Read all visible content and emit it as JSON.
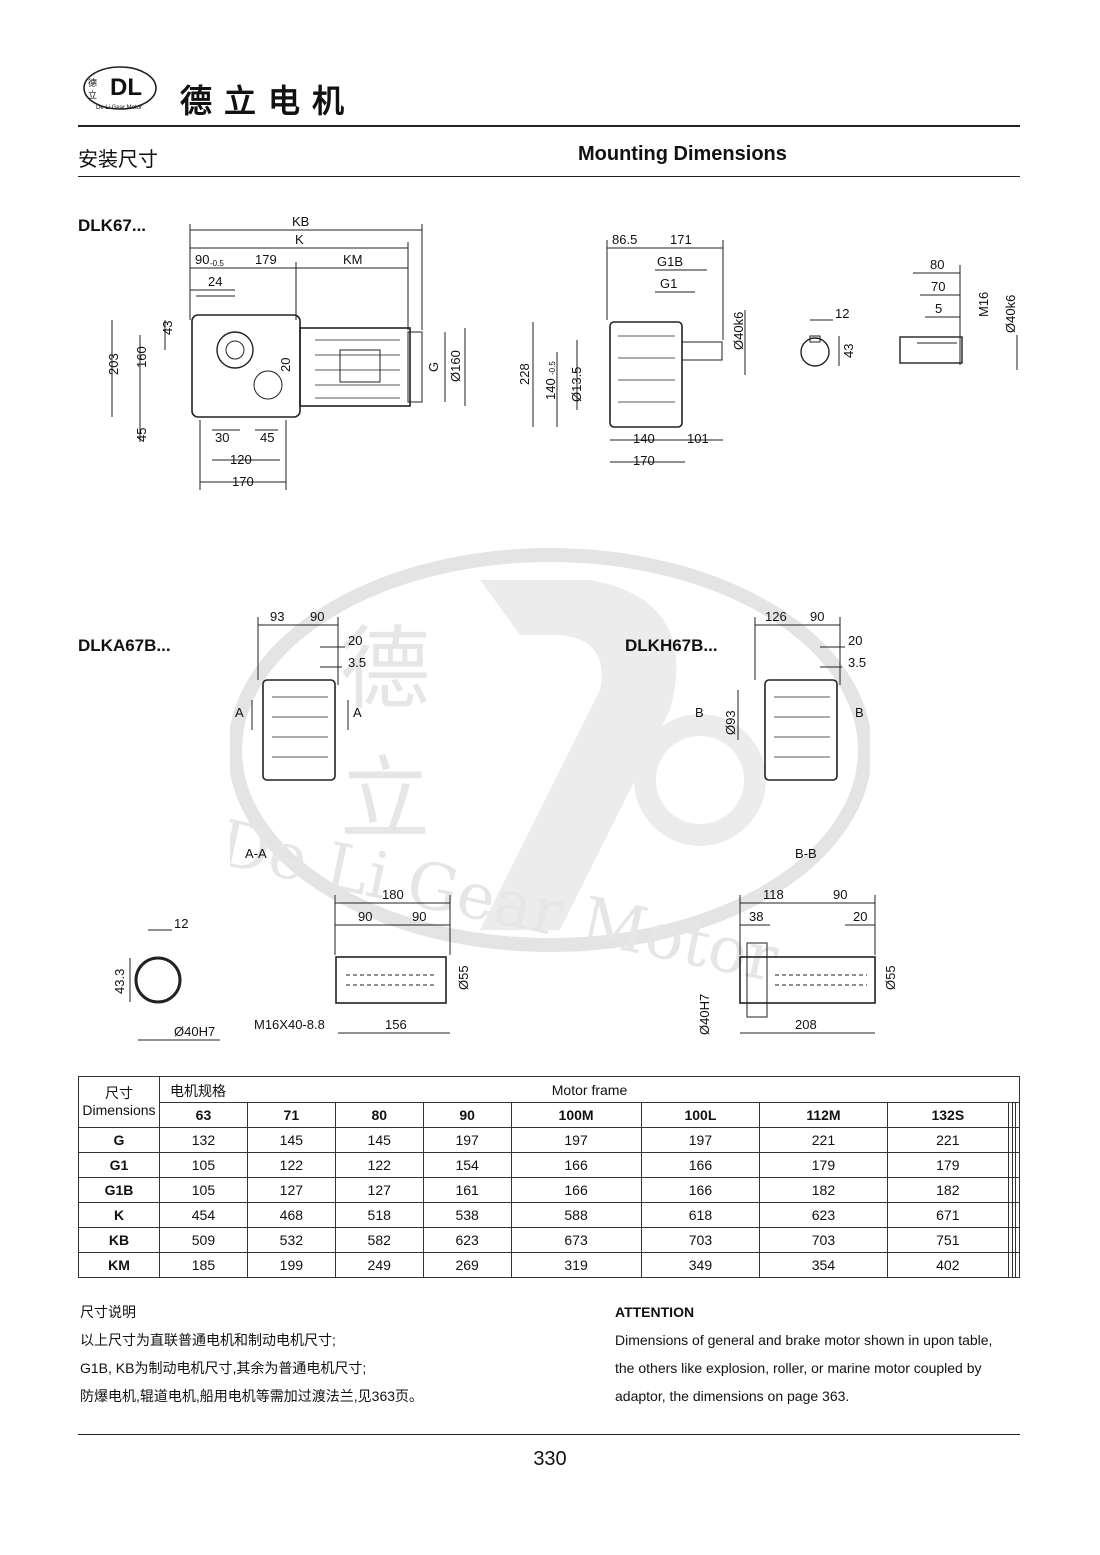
{
  "header": {
    "brand": "德立电机",
    "logo_text": "De Li Gear Motor",
    "logo_cn_1": "德",
    "logo_cn_2": "立",
    "logo_letters": "DL"
  },
  "section": {
    "title_cn": "安装尺寸",
    "title_en": "Mounting Dimensions"
  },
  "models": {
    "dlk": "DLK67...",
    "dlka": "DLKA67B...",
    "dlkh": "DLKH67B..."
  },
  "labels": {
    "kb": "KB",
    "k": "K",
    "km": "KM",
    "g": "G",
    "g1": "G1",
    "g1b": "G1B",
    "d90": "90",
    "d90tol": "-0.5",
    "d179": "179",
    "d24": "24",
    "d43": "43",
    "d203": "203",
    "d160": "160",
    "d45": "45",
    "d20": "20",
    "d30": "30",
    "d45b": "45",
    "d120": "120",
    "d170": "170",
    "phi160": "Ø160",
    "d86_5": "86.5",
    "d171": "171",
    "phi40k6": "Ø40k6",
    "d228": "228",
    "d140": "140",
    "d140tol": "-0.5",
    "phi13_5": "Ø13.5",
    "d140b": "140",
    "d101": "101",
    "d170b": "170",
    "d12": "12",
    "d43b": "43",
    "d80": "80",
    "d70": "70",
    "d5": "5",
    "m16": "M16",
    "phi40k6b": "Ø40k6",
    "d93": "93",
    "d90c": "90",
    "d20b": "20",
    "d3_5": "3.5",
    "a": "A",
    "d126": "126",
    "d90d": "90",
    "d20c": "20",
    "d3_5b": "3.5",
    "b": "B",
    "phi93": "Ø93",
    "aa": "A-A",
    "bb": "B-B",
    "d12b": "12",
    "d43_3": "43.3",
    "phi40h7": "Ø40H7",
    "d180": "180",
    "d90e": "90",
    "d90f": "90",
    "phi55": "Ø55",
    "m16x40": "M16X40-8.8",
    "d156": "156",
    "d118": "118",
    "d90g": "90",
    "d38": "38",
    "d20d": "20",
    "phi55b": "Ø55",
    "phi40h7b": "Ø40H7",
    "d208": "208"
  },
  "watermark": {
    "cn_1": "德",
    "cn_2": "立",
    "en": "De Li Gear Motor"
  },
  "table": {
    "corner_cn": "尺寸",
    "corner_en": "Dimensions",
    "frame_cn": "电机规格",
    "frame_en": "Motor frame",
    "columns": [
      "63",
      "71",
      "80",
      "90",
      "100M",
      "100L",
      "112M",
      "132S",
      "",
      "",
      ""
    ],
    "rows": [
      {
        "name": "G",
        "values": [
          "132",
          "145",
          "145",
          "197",
          "197",
          "197",
          "221",
          "221",
          "",
          "",
          ""
        ]
      },
      {
        "name": "G1",
        "values": [
          "105",
          "122",
          "122",
          "154",
          "166",
          "166",
          "179",
          "179",
          "",
          "",
          ""
        ]
      },
      {
        "name": "G1B",
        "values": [
          "105",
          "127",
          "127",
          "161",
          "166",
          "166",
          "182",
          "182",
          "",
          "",
          ""
        ]
      },
      {
        "name": "K",
        "values": [
          "454",
          "468",
          "518",
          "538",
          "588",
          "618",
          "623",
          "671",
          "",
          "",
          ""
        ]
      },
      {
        "name": "KB",
        "values": [
          "509",
          "532",
          "582",
          "623",
          "673",
          "703",
          "703",
          "751",
          "",
          "",
          ""
        ]
      },
      {
        "name": "KM",
        "values": [
          "185",
          "199",
          "249",
          "269",
          "319",
          "349",
          "354",
          "402",
          "",
          "",
          ""
        ]
      }
    ]
  },
  "notes_cn": {
    "title": "尺寸说明",
    "line1": "以上尺寸为直联普通电机和制动电机尺寸;",
    "line2": "G1B, KB为制动电机尺寸,其余为普通电机尺寸;",
    "line3": "防爆电机,辊道电机,船用电机等需加过渡法兰,见363页。"
  },
  "notes_en": {
    "title": "ATTENTION",
    "line1": "Dimensions of general and brake motor shown in upon table,",
    "line2": "the others like explosion, roller, or marine motor coupled by",
    "line3": "adaptor, the dimensions on page 363."
  },
  "page_number": "330"
}
